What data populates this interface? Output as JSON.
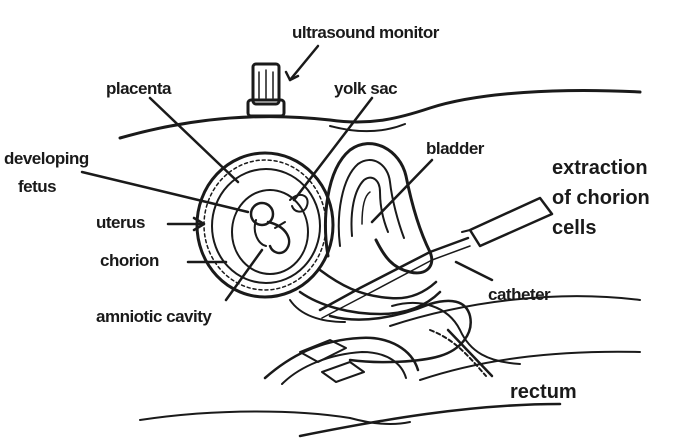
{
  "diagram": {
    "labels": {
      "ultrasound_monitor": "ultrasound monitor",
      "placenta": "placenta",
      "yolk_sac": "yolk sac",
      "bladder": "bladder",
      "developing_fetus_1": "developing",
      "developing_fetus_2": "fetus",
      "uterus": "uterus",
      "chorion": "chorion",
      "amniotic_cavity": "amniotic cavity",
      "extraction_1": "extraction",
      "extraction_2": "of chorion",
      "extraction_3": "cells",
      "catheter": "catheter",
      "rectum": "rectum"
    },
    "colors": {
      "ink": "#1a1a1a",
      "background": "#ffffff"
    }
  }
}
